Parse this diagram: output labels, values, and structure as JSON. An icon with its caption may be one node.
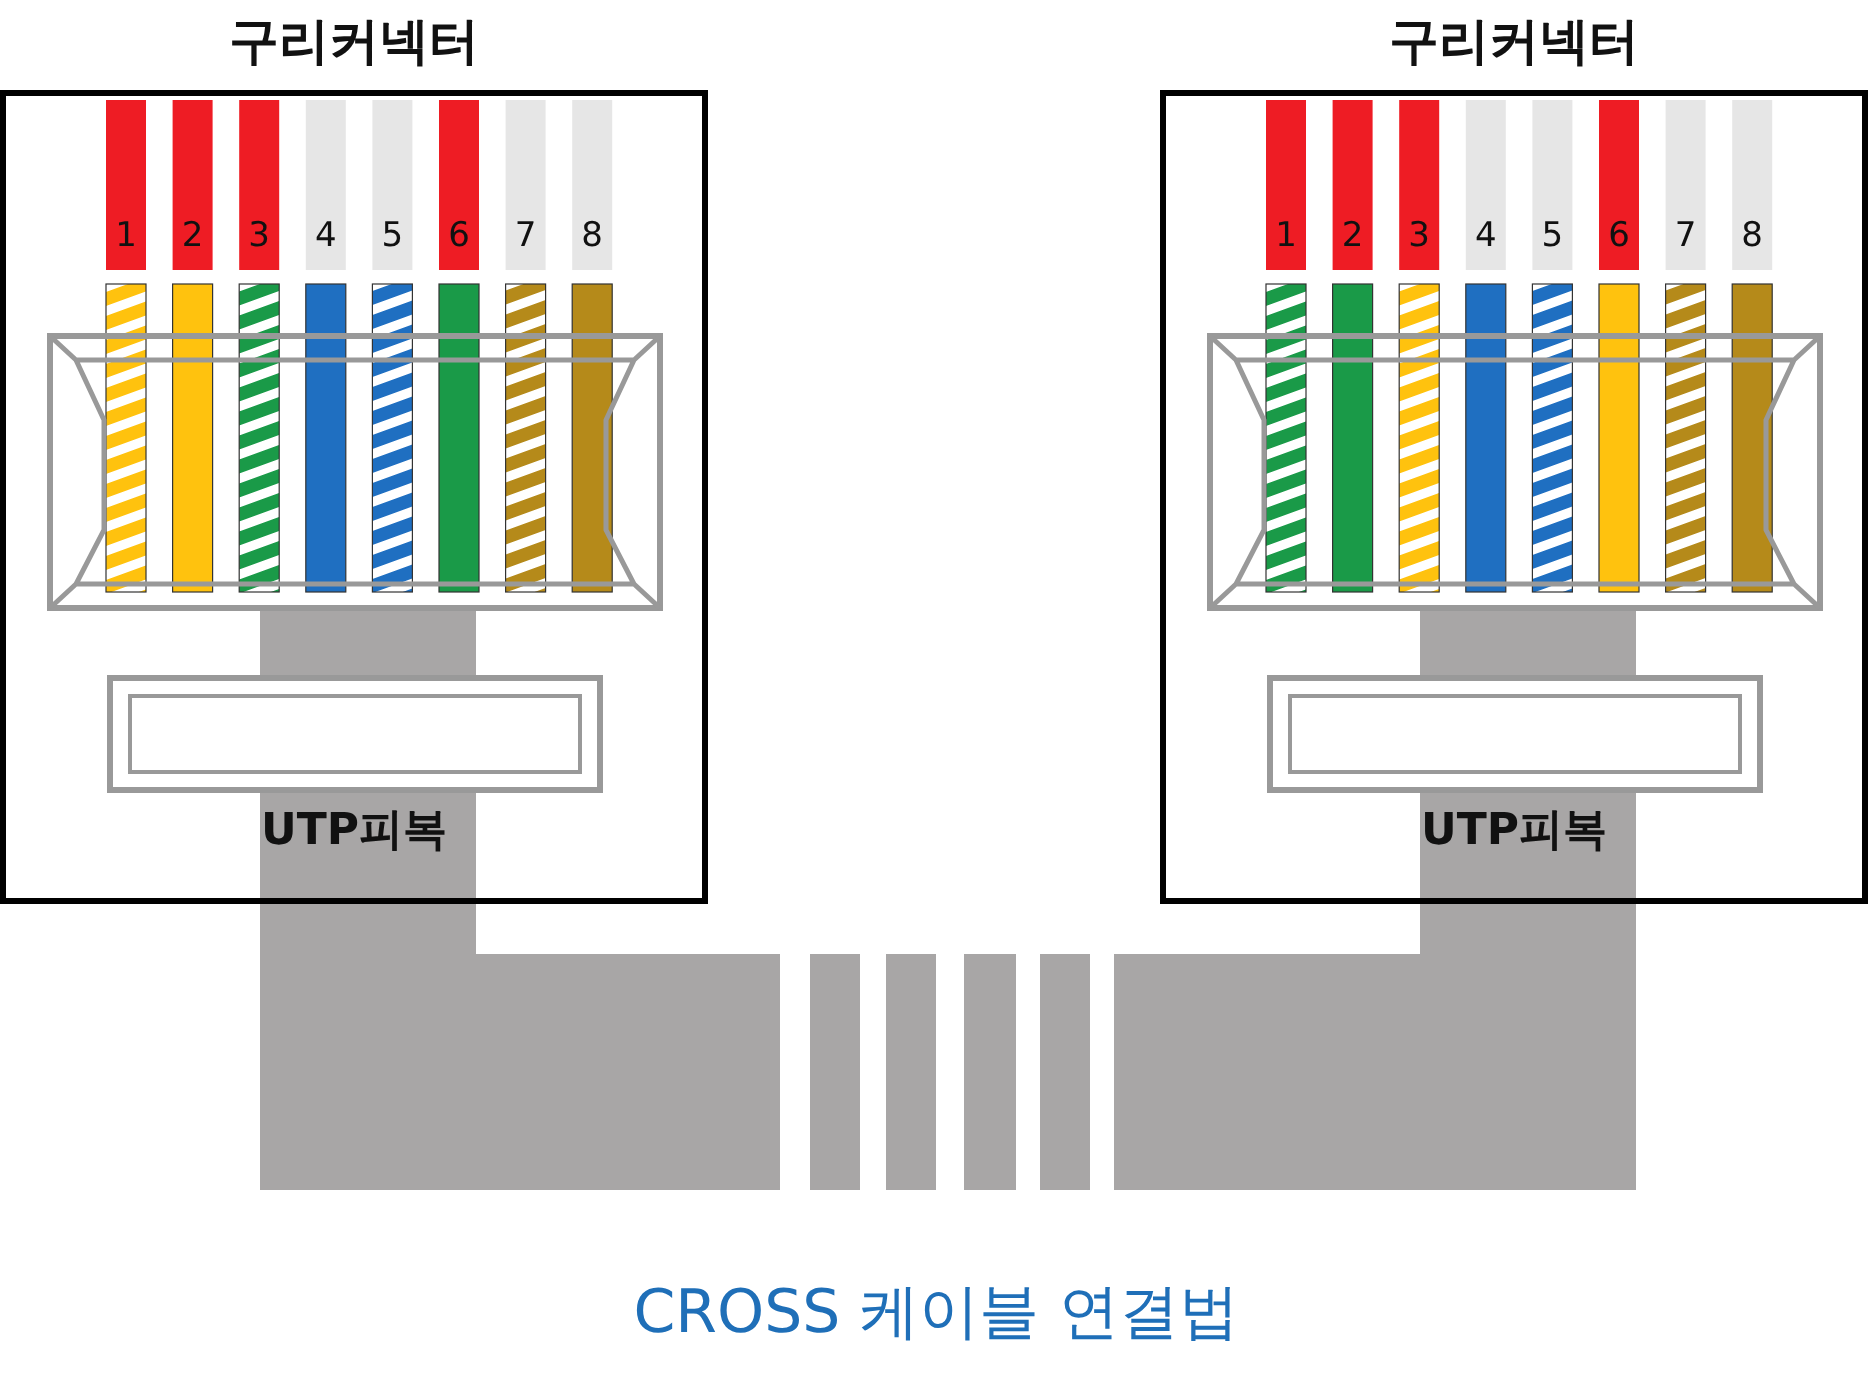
{
  "diagram": {
    "caption": "CROSS 케이블 연결법",
    "nodes": [
      {
        "text": [
          "구리커넥터"
        ]
      },
      {
        "text": [
          "구리커넥터"
        ]
      }
    ],
    "labels": [
      "1",
      "2",
      "3",
      "4",
      "5",
      "6",
      "7",
      "8",
      "UTP피복",
      "1",
      "2",
      "3",
      "4",
      "5",
      "6",
      "7",
      "8",
      "UTP피복"
    ]
  }
}
